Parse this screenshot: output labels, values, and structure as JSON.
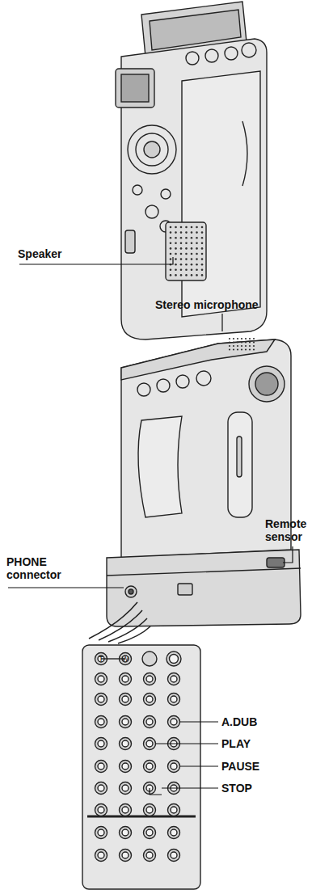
{
  "diagram": {
    "labels": [
      "Speaker",
      "Stereo microphone",
      "PHONE connector",
      "Remote sensor",
      "T",
      "W",
      "A.DUB",
      "PLAY",
      "PAUSE",
      "STOP"
    ]
  }
}
